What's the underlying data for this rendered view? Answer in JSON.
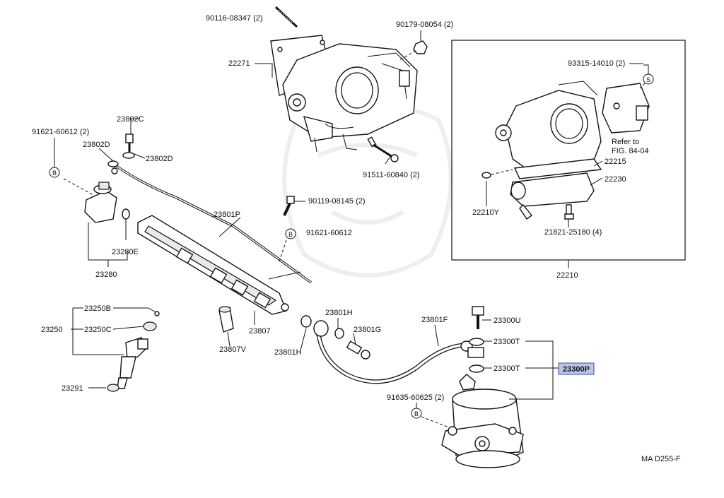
{
  "diagram": {
    "footer_code": "MA D255-F",
    "highlighted_part": "23300P",
    "detail_note": "Refer to FIG. 84-04",
    "bolt_symbol": "B",
    "screw_symbol": "S",
    "labels": {
      "l_90116": "90116-08347 (2)",
      "l_90179": "90179-08054 (2)",
      "l_22271": "22271",
      "l_93315": "93315-14010 (2)",
      "l_23802C": "23802C",
      "l_91621a": "91621-60612 (2)",
      "l_23802D_1": "23802D",
      "l_23802D_2": "23802D",
      "l_91511": "91511-60840 (2)",
      "l_22215": "22215",
      "l_22230": "22230",
      "l_90119": "90119-08145 (2)",
      "l_22210Y": "22210Y",
      "l_21821": "21821-25180 (4)",
      "l_23801P": "23801P",
      "l_91621b": "91621-60612",
      "l_23280E": "23280E",
      "l_23280": "23280",
      "l_22210": "22210",
      "l_23250B": "23250B",
      "l_23250": "23250",
      "l_23250C": "23250C",
      "l_23801H_1": "23801H",
      "l_23801F": "23801F",
      "l_23300U": "23300U",
      "l_23801G": "23801G",
      "l_23807": "23807",
      "l_23807V": "23807V",
      "l_23801H_2": "23801H",
      "l_23300T_1": "23300T",
      "l_23300T_2": "23300T",
      "l_23291": "23291",
      "l_91635": "91635-60625 (2)"
    },
    "refer_line1": "Refer to",
    "refer_line2": "FIG. 84-04"
  }
}
